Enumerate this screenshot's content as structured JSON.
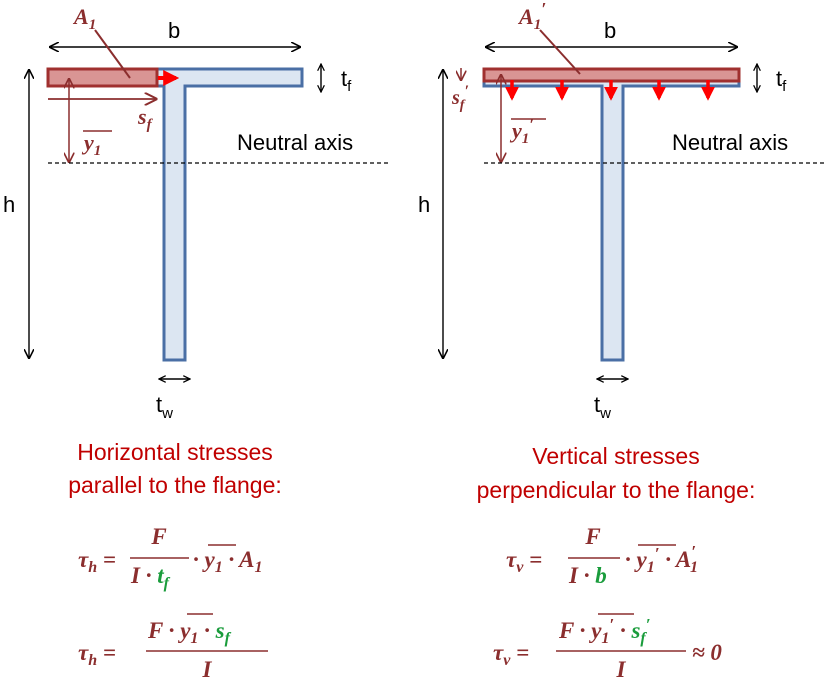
{
  "colors": {
    "beam_fill": "#dce6f2",
    "beam_stroke": "#4a6fa5",
    "area_fill": "#d99594",
    "area_stroke": "#a0302f",
    "maroon": "#8b2e2e",
    "red_arrow": "#ff0000",
    "caption": "#c00000",
    "highlight": "#1a9c3c"
  },
  "left": {
    "label_A": "A",
    "label_A_sub": "1",
    "label_b": "b",
    "label_tf": "t",
    "label_tf_sub": "f",
    "label_h": "h",
    "label_tw": "t",
    "label_tw_sub": "w",
    "label_neutral": "Neutral axis",
    "label_sf": "s",
    "label_sf_sub": "f",
    "label_y1": "y",
    "label_y1_sub": "1",
    "caption_line1": "Horizontal stresses",
    "caption_line2": "parallel to the flange:",
    "eq1_lhs": "τ",
    "eq1_lhs_sub": "h",
    "eq1_num": "F",
    "eq1_den_a": "I · ",
    "eq1_den_b": "t",
    "eq1_den_b_sub": "f",
    "eq1_rhs_a": "· ",
    "eq1_rhs_y": "y",
    "eq1_rhs_y_sub": "1",
    "eq1_rhs_b": " · A",
    "eq1_rhs_b_sub": "1",
    "eq2_lhs": "τ",
    "eq2_lhs_sub": "h",
    "eq2_num_a": "F · ",
    "eq2_num_y": "y",
    "eq2_num_y_sub": "1",
    "eq2_num_b": " · ",
    "eq2_num_s": "s",
    "eq2_num_s_sub": "f",
    "eq2_den": "I"
  },
  "right": {
    "label_A": "A",
    "label_A_sub": "1",
    "label_A_prime": "′",
    "label_b": "b",
    "label_tf": "t",
    "label_tf_sub": "f",
    "label_h": "h",
    "label_tw": "t",
    "label_tw_sub": "w",
    "label_neutral": "Neutral axis",
    "label_sf": "s",
    "label_sf_sub": "f",
    "label_sf_prime": "′",
    "label_y1": "y",
    "label_y1_sub": "1",
    "label_y1_prime": "′",
    "caption_line1": "Vertical stresses",
    "caption_line2": "perpendicular to the flange:",
    "eq1_lhs": "τ",
    "eq1_lhs_sub": "v",
    "eq1_num": "F",
    "eq1_den_a": "I · ",
    "eq1_den_b": "b",
    "eq1_rhs_a": "· ",
    "eq1_rhs_y": "y",
    "eq1_rhs_y_sub": "1",
    "eq1_rhs_y_prime": "′",
    "eq1_rhs_b": " · A",
    "eq1_rhs_b_prime": "′",
    "eq1_rhs_b_sub": "1",
    "eq2_lhs": "τ",
    "eq2_lhs_sub": "v",
    "eq2_num_a": "F · ",
    "eq2_num_y": "y",
    "eq2_num_y_sub": "1",
    "eq2_num_y_prime": "′",
    "eq2_num_b": " · ",
    "eq2_num_s": "s",
    "eq2_num_s_sub": "f",
    "eq2_num_s_prime": "′",
    "eq2_den": "I",
    "eq2_tail": "≈ 0"
  }
}
